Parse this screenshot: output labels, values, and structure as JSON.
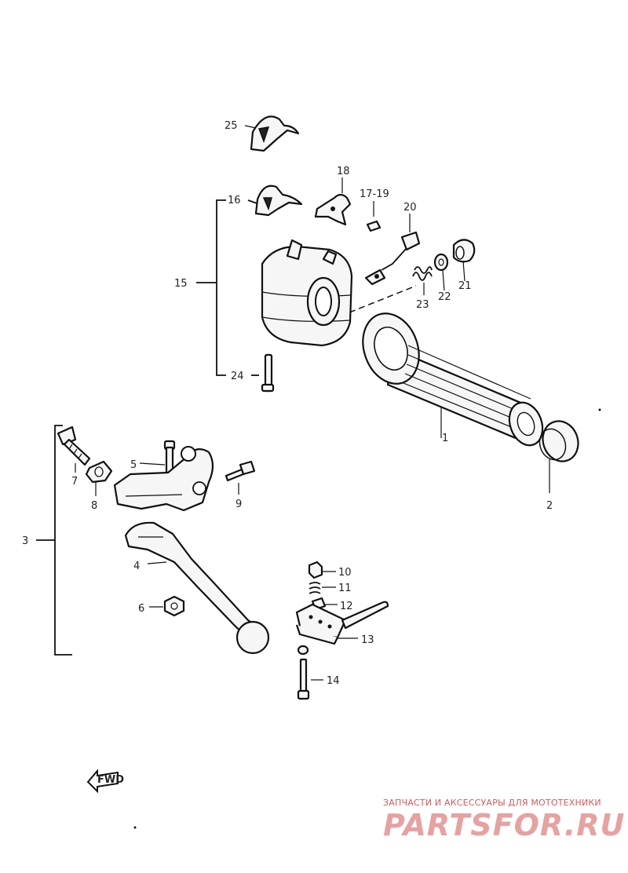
{
  "diagram": {
    "parts": [
      {
        "ref": "1"
      },
      {
        "ref": "2"
      },
      {
        "ref": "3"
      },
      {
        "ref": "4"
      },
      {
        "ref": "5"
      },
      {
        "ref": "6"
      },
      {
        "ref": "7"
      },
      {
        "ref": "8"
      },
      {
        "ref": "9"
      },
      {
        "ref": "10"
      },
      {
        "ref": "11"
      },
      {
        "ref": "12"
      },
      {
        "ref": "13"
      },
      {
        "ref": "14"
      },
      {
        "ref": "15"
      },
      {
        "ref": "16"
      },
      {
        "ref": "17-19"
      },
      {
        "ref": "18"
      },
      {
        "ref": "20"
      },
      {
        "ref": "21"
      },
      {
        "ref": "22"
      },
      {
        "ref": "23"
      },
      {
        "ref": "24"
      },
      {
        "ref": "25"
      }
    ],
    "fwd_label": "FWD"
  },
  "watermark": {
    "tagline": "ЗАПЧАСТИ И АКСЕССУАРЫ ДЛЯ МОТОТЕХНИКИ",
    "brand": "PARTSFOR.RU",
    "color": "#e7a1a1"
  }
}
